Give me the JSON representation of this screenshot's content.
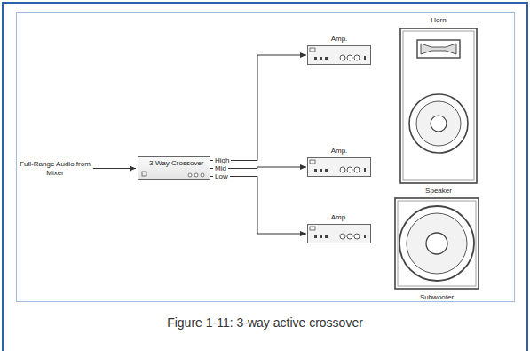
{
  "diagram": {
    "caption": "Figure 1-11: 3-way active crossover",
    "nodes": [
      {
        "text": [
          "3-Way Crossover"
        ]
      },
      {
        "text": [
          "Amp."
        ]
      },
      {
        "text": [
          "Amp."
        ]
      },
      {
        "text": [
          "Amp."
        ]
      },
      {
        "text": [
          "Horn",
          "Speaker"
        ]
      },
      {
        "text": [
          "Subwoofer"
        ]
      }
    ],
    "edges": [
      {
        "from": 0,
        "to": 1,
        "arrow": "to"
      },
      {
        "from": 0,
        "to": 2,
        "arrow": "to"
      },
      {
        "from": 0,
        "to": 3,
        "arrow": "to"
      }
    ],
    "labels": [
      "Full-Range Audio from Mixer",
      "High",
      "Mid",
      "Low"
    ]
  }
}
